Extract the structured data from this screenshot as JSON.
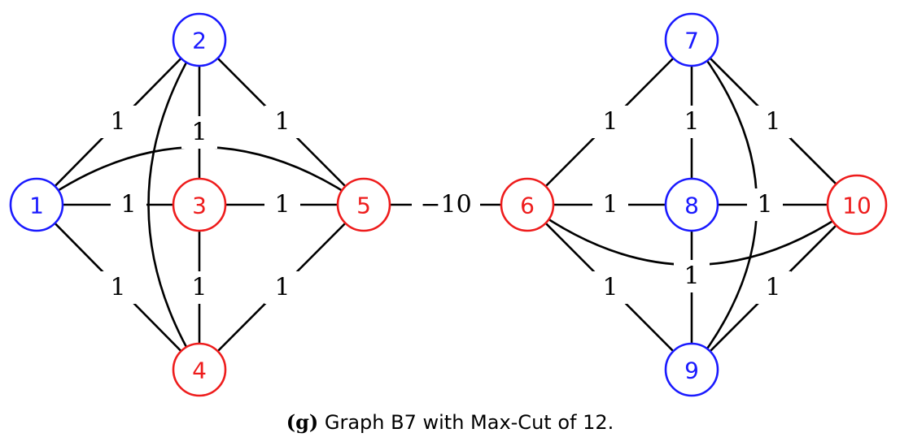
{
  "colors": {
    "blue": "#1a1aff",
    "red": "#ee1c1c",
    "edge": "#000000"
  },
  "nodes": [
    {
      "id": "1",
      "label": "1",
      "color": "blue"
    },
    {
      "id": "2",
      "label": "2",
      "color": "blue"
    },
    {
      "id": "3",
      "label": "3",
      "color": "red"
    },
    {
      "id": "4",
      "label": "4",
      "color": "red"
    },
    {
      "id": "5",
      "label": "5",
      "color": "red"
    },
    {
      "id": "6",
      "label": "6",
      "color": "red"
    },
    {
      "id": "7",
      "label": "7",
      "color": "blue"
    },
    {
      "id": "8",
      "label": "8",
      "color": "blue"
    },
    {
      "id": "9",
      "label": "9",
      "color": "blue"
    },
    {
      "id": "10",
      "label": "10",
      "color": "red"
    }
  ],
  "edges": [
    {
      "from": "1",
      "to": "2",
      "weight": "1"
    },
    {
      "from": "1",
      "to": "3",
      "weight": "1"
    },
    {
      "from": "1",
      "to": "4",
      "weight": "1"
    },
    {
      "from": "1",
      "to": "5",
      "weight": "1"
    },
    {
      "from": "2",
      "to": "3",
      "weight": "1"
    },
    {
      "from": "2",
      "to": "4",
      "weight": "1"
    },
    {
      "from": "2",
      "to": "5",
      "weight": "1"
    },
    {
      "from": "3",
      "to": "4",
      "weight": "1"
    },
    {
      "from": "3",
      "to": "5",
      "weight": "1"
    },
    {
      "from": "4",
      "to": "5",
      "weight": "1"
    },
    {
      "from": "5",
      "to": "6",
      "weight": "−10"
    },
    {
      "from": "6",
      "to": "7",
      "weight": "1"
    },
    {
      "from": "6",
      "to": "8",
      "weight": "1"
    },
    {
      "from": "6",
      "to": "9",
      "weight": "1"
    },
    {
      "from": "6",
      "to": "10",
      "weight": "1"
    },
    {
      "from": "7",
      "to": "8",
      "weight": "1"
    },
    {
      "from": "7",
      "to": "9",
      "weight": "1"
    },
    {
      "from": "7",
      "to": "10",
      "weight": "1"
    },
    {
      "from": "8",
      "to": "9",
      "weight": "1"
    },
    {
      "from": "8",
      "to": "10",
      "weight": "1"
    },
    {
      "from": "9",
      "to": "10",
      "weight": "1"
    }
  ],
  "caption": {
    "tag": "(g)",
    "text": "Graph B7 with Max-Cut of 12."
  }
}
